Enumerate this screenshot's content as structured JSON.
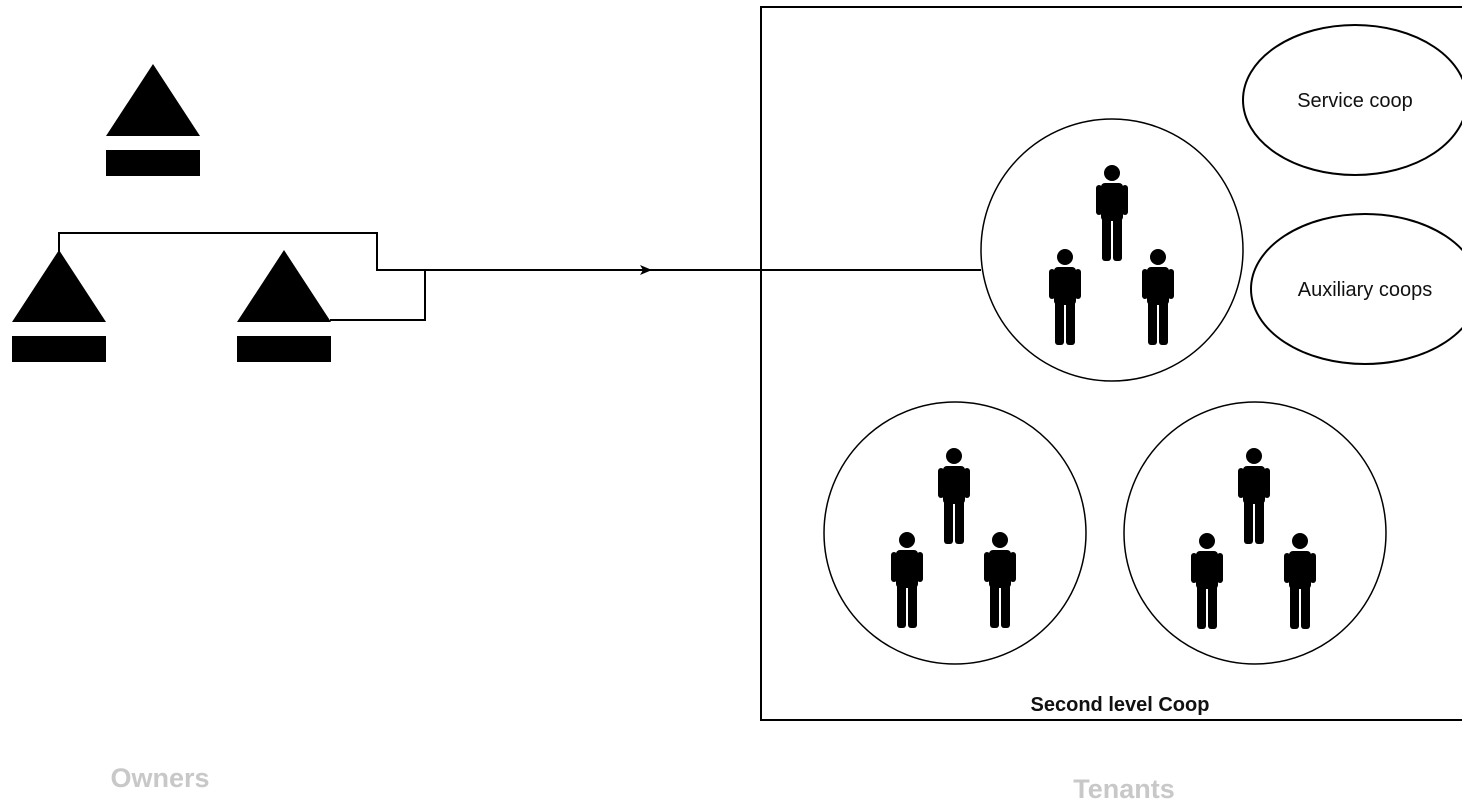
{
  "diagram": {
    "colors": {
      "stroke": "#000000",
      "fill": "#000000",
      "group_label": "#c8c8c8"
    },
    "owners": {
      "label": "Owners",
      "icon": "owner-triangle-bar-icon",
      "count": 3
    },
    "tenants": {
      "label": "Tenants"
    },
    "container": {
      "label": "Second level Coop",
      "member_icon": "person-icon",
      "member_groups": 3,
      "persons_per_group": 3
    },
    "service_coop": {
      "label": "Service coop"
    },
    "auxiliary_coops": {
      "label": "Auxiliary coops"
    },
    "arrow": {
      "direction": "right"
    }
  }
}
